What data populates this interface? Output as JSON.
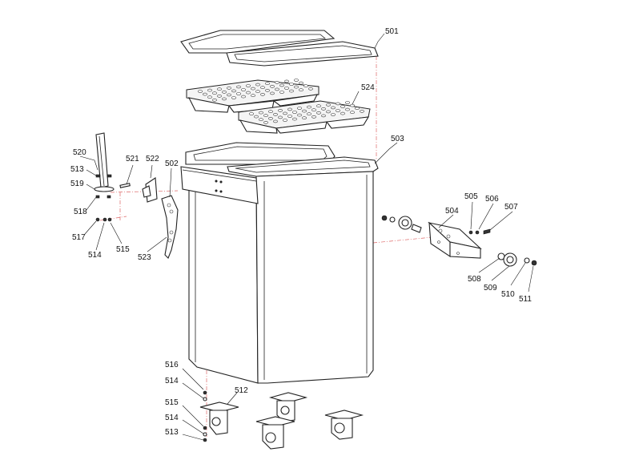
{
  "labels": {
    "l501": "501",
    "l524": "524",
    "l503": "503",
    "l520": "520",
    "l513a": "513",
    "l519": "519",
    "l518": "518",
    "l517": "517",
    "l514a": "514",
    "l515a": "515",
    "l521": "521",
    "l522": "522",
    "l502": "502",
    "l523": "523",
    "l504": "504",
    "l505": "505",
    "l506": "506",
    "l507": "507",
    "l508": "508",
    "l509": "509",
    "l510": "510",
    "l511": "511",
    "l516": "516",
    "l514b": "514",
    "l512": "512",
    "l515b": "515",
    "l514c": "514",
    "l513b": "513"
  }
}
